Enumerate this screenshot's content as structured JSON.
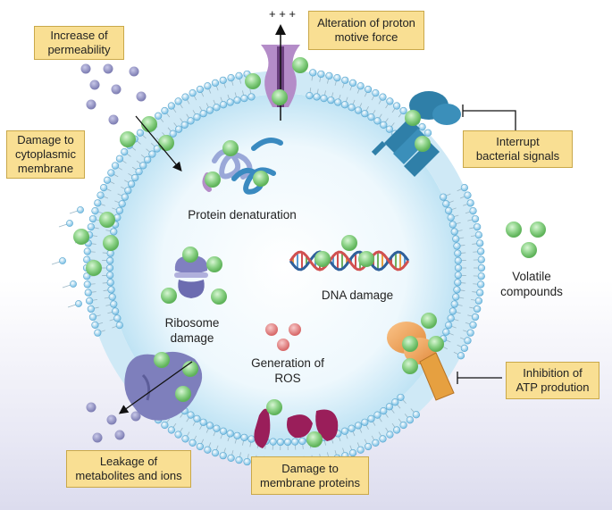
{
  "boxes": {
    "permeability": "Increase of\npermeability",
    "proton": "Alteration of proton\nmotive force",
    "membrane": "Damage to\ncytoplasmic\nmembrane",
    "signals": "Interrupt\nbacterial signals",
    "atp": "Inhibition of\nATP prodution",
    "leakage": "Leakage of\nmetabolites and ions",
    "membrane_proteins": "Damage to\nmembrane proteins"
  },
  "labels": {
    "protein_denaturation": "Protein denaturation",
    "dna_damage": "DNA damage",
    "ribosome": "Ribosome\ndamage",
    "ros": "Generation of\nROS",
    "volatile": "Volatile\ncompounds",
    "charges": "+ + +"
  },
  "colors": {
    "compound": "#8fd48a",
    "membrane": "#8cc9e8",
    "label_box": "#f9df93",
    "ros": "#e48585",
    "channel": "#b48cc8",
    "ribosome": "#8080c0",
    "receptor": "#2f7fa8",
    "atp_synthase": "#f0a050",
    "membrane_protein": "#9a1e5a"
  }
}
